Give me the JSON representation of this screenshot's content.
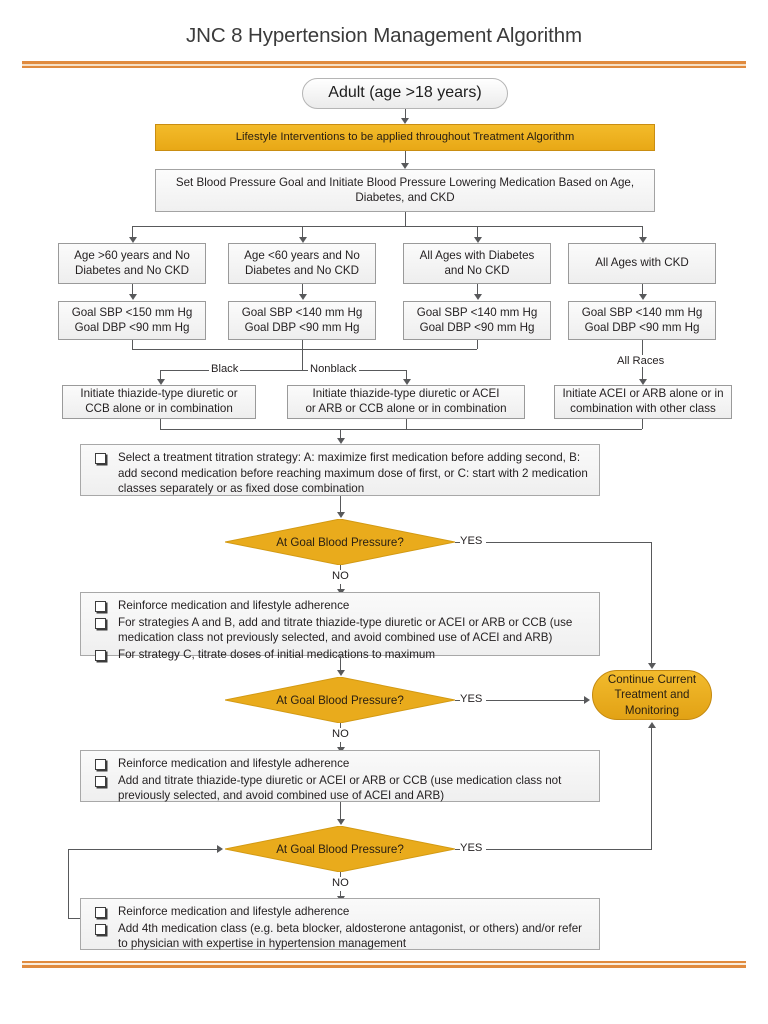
{
  "header": {
    "title": "JNC 8 Hypertension Management Algorithm",
    "accent_color": "#e08b3f",
    "highlight_color": "#f0b323"
  },
  "nodes": {
    "start": "Adult (age >18 years)",
    "lifestyle": "Lifestyle Interventions to be applied throughout Treatment Algorithm",
    "set_goal": "Set Blood Pressure Goal and Initiate Blood Pressure Lowering Medication Based on Age, Diabetes, and CKD",
    "continue_oval": [
      "Continue Current",
      "Treatment and",
      "Monitoring"
    ]
  },
  "population_row": [
    {
      "line1": "Age >60 years and No",
      "line2": "Diabetes and No CKD"
    },
    {
      "line1": "Age <60 years and No",
      "line2": "Diabetes and No CKD"
    },
    {
      "line1": "All Ages with Diabetes",
      "line2": "and No CKD"
    },
    {
      "line1": "All Ages with CKD",
      "line2": ""
    }
  ],
  "goal_row": [
    {
      "line1": "Goal SBP <150 mm Hg",
      "line2": "Goal DBP <90 mm Hg"
    },
    {
      "line1": "Goal SBP <140 mm Hg",
      "line2": "Goal DBP <90 mm Hg"
    },
    {
      "line1": "Goal SBP <140 mm Hg",
      "line2": "Goal DBP <90 mm Hg"
    },
    {
      "line1": "Goal SBP <140 mm Hg",
      "line2": "Goal DBP <90 mm Hg"
    }
  ],
  "race_labels": {
    "black": "Black",
    "nonblack": "Nonblack",
    "all_races": "All Races"
  },
  "initiate_row": [
    {
      "line1": "Initiate thiazide-type diuretic or",
      "line2": "CCB alone or in combination"
    },
    {
      "line1": "Initiate thiazide-type diuretic or ACEI",
      "line2": "or ARB or CCB alone or in combination"
    },
    {
      "line1": "Initiate ACEI or ARB alone or in",
      "line2": "combination with other class"
    }
  ],
  "strategy_box": {
    "items": [
      "Select a treatment titration strategy:  A: maximize first medication before adding second, B: add second medication before reaching maximum dose of first, or C:  start with 2 medication classes separately or as fixed dose combination"
    ]
  },
  "step2_box": {
    "items": [
      "Reinforce medication and lifestyle adherence",
      "For strategies A and B, add and titrate thiazide-type diuretic or ACEI or ARB or CCB (use medication class not previously selected, and avoid combined use of ACEI and ARB)",
      "For strategy C, titrate doses of initial medications to maximum"
    ]
  },
  "step3_box": {
    "items": [
      "Reinforce medication and lifestyle adherence",
      "Add and titrate thiazide-type diuretic or ACEI or ARB or CCB (use medication class not previously selected, and avoid combined use of ACEI and ARB)"
    ]
  },
  "step4_box": {
    "items": [
      "Reinforce medication and lifestyle adherence",
      "Add 4th medication class (e.g. beta blocker, aldosterone antagonist, or others)  and/or refer to physician with expertise in hypertension management"
    ]
  },
  "decisions": [
    {
      "label": "At Goal Blood Pressure?",
      "yes": "YES",
      "no": "NO"
    },
    {
      "label": "At Goal Blood Pressure?",
      "yes": "YES",
      "no": "NO"
    },
    {
      "label": "At Goal Blood Pressure?",
      "yes": "YES",
      "no": "NO"
    }
  ]
}
